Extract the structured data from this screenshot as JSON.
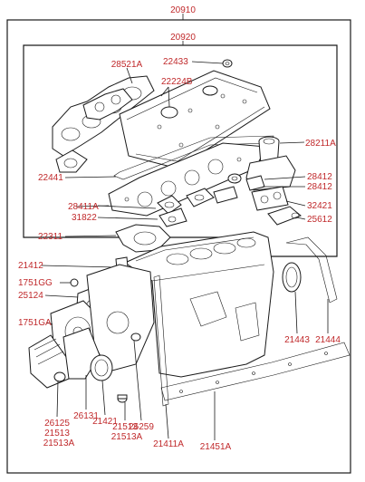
{
  "callouts": {
    "kit_outer": "20910",
    "kit_inner": "20920",
    "c28521A": "28521A",
    "c22433": "22433",
    "c22224B": "22224B",
    "c28211A": "28211A",
    "c22441": "22441",
    "c28412a": "28412",
    "c28412b": "28412",
    "c28411A": "28411A",
    "c32421": "32421",
    "c31822": "31822",
    "c25612": "25612",
    "c22311": "22311",
    "c21412": "21412",
    "c1751GG": "1751GG",
    "c25124": "25124",
    "c1751GA": "1751GA",
    "c21443": "21443",
    "c21444": "21444",
    "c26125": "26125",
    "c21513a": "21513",
    "c21513Aa": "21513A",
    "c26131": "26131",
    "c21421": "21421",
    "c21513b": "21513",
    "c21513Ab": "21513A",
    "c26259": "26259",
    "c21411A": "21411A",
    "c21451A": "21451A"
  },
  "colors": {
    "callout": "#c0292b",
    "line": "#1a1a1a",
    "background": "#ffffff"
  }
}
